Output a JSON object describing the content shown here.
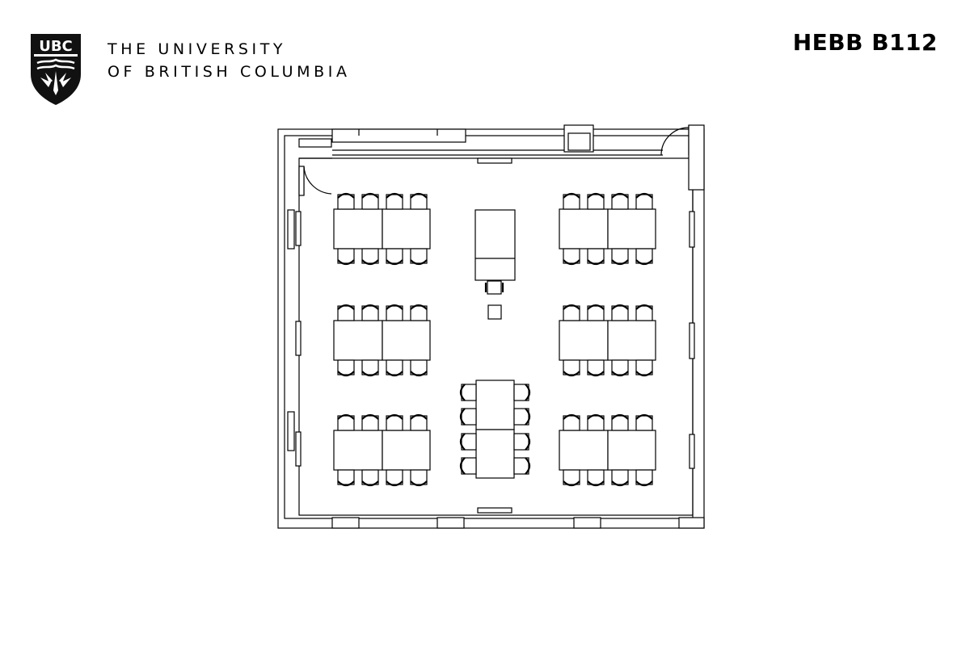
{
  "header": {
    "logo_text": "UBC",
    "wordmark_line1": "THE UNIVERSITY",
    "wordmark_line2": "OF BRITISH COLUMBIA"
  },
  "room": {
    "name": "HEBB B112"
  }
}
